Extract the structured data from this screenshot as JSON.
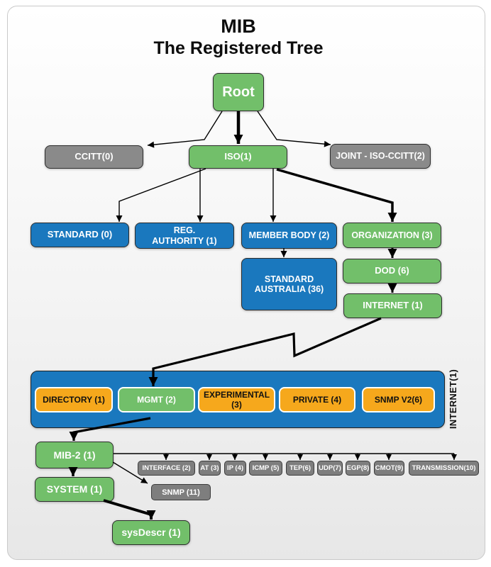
{
  "title": {
    "line1": "MIB",
    "line2": "The Registered Tree"
  },
  "tree": {
    "root": "Root",
    "level1": {
      "ccitt": "CCITT(0)",
      "iso": "ISO(1)",
      "joint": "JOINT - ISO-CCITT(2)"
    },
    "level2": {
      "standard": "STANDARD (0)",
      "reg_authority": "REG. AUTHORITY (1)",
      "member_body": "MEMBER BODY (2)",
      "organization": "ORGANIZATION (3)"
    },
    "level3": {
      "standard_australia": "STANDARD AUSTRALIA (36)",
      "dod": "DOD (6)",
      "internet": "INTERNET (1)"
    },
    "internet_group": {
      "side_label": "INTERNET(1)",
      "directory": "DIRECTORY (1)",
      "mgmt": "MGMT (2)",
      "experimental": "EXPERIMENTAL (3)",
      "private": "PRIVATE (4)",
      "snmp_v2": "SNMP V2(6)"
    },
    "mib2": "MIB-2 (1)",
    "mib2_children": {
      "interface": "INTERFACE (2)",
      "at": "AT (3)",
      "ip": "IP (4)",
      "icmp": "ICMP (5)",
      "tep": "TEP(6)",
      "udp": "UDP(7)",
      "egp": "EGP(8)",
      "cmot": "CMOT(9)",
      "transmission": "TRANSMISSION(10)",
      "snmp": "SNMP (11)"
    },
    "system": "SYSTEM (1)",
    "sysdescr": "sysDescr (1)"
  },
  "colors": {
    "green": "#72bf6a",
    "blue": "#1a78be",
    "orange": "#f6a81c",
    "gray": "#8a8a8a",
    "gray-dark": "#7e7e7e"
  }
}
